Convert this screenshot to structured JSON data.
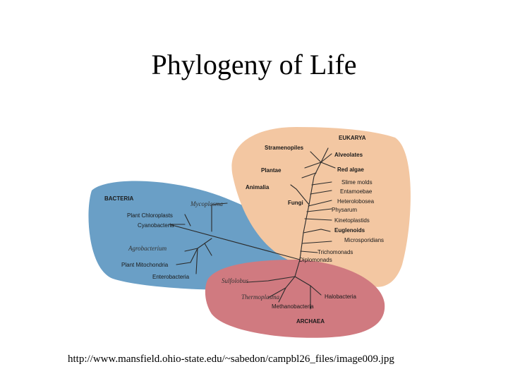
{
  "title": "Phylogeny of Life",
  "source_url": "http://www.mansfield.ohio-state.edu/~sabedon/campbl26_files/image009.jpg",
  "colors": {
    "bacteria": "#6a9fc6",
    "eukarya": "#f3c7a2",
    "archaea": "#d07a80",
    "branch": "#2b2b2b"
  },
  "domains": {
    "bacteria": "BACTERIA",
    "eukarya": "EUKARYA",
    "archaea": "ARCHAEA"
  },
  "bacteria_labels": {
    "mycoplasma": "Mycoplasma",
    "plant_chloroplasts": "Plant Chloroplasts",
    "cyanobacteria": "Cyanobacteria",
    "agrobacterium": "Agrobacterium",
    "plant_mitochondria": "Plant Mitochondria",
    "enterobacteria": "Enterobacteria"
  },
  "eukarya_labels": {
    "stramenopiles": "Stramenopiles",
    "alveolates": "Alveolates",
    "plantae": "Plantae",
    "red_algae": "Red algae",
    "slime_molds": "Slime molds",
    "animalia": "Animalia",
    "entamoebae": "Entamoebae",
    "fungi": "Fungi",
    "heterolobosea": "Heterolobosea",
    "physarum": "Physarum",
    "kinetoplastids": "Kinetoplastids",
    "euglenoids": "Euglenoids",
    "microsporidians": "Microsporidians",
    "trichomonads": "Trichomonads",
    "diplomonads": "Diplomonads"
  },
  "archaea_labels": {
    "sulfolobus": "Sulfolobus",
    "thermoplasma": "Thermoplasma",
    "halobacteria": "Halobacteria",
    "methanobacteria": "Methanobacteria"
  }
}
